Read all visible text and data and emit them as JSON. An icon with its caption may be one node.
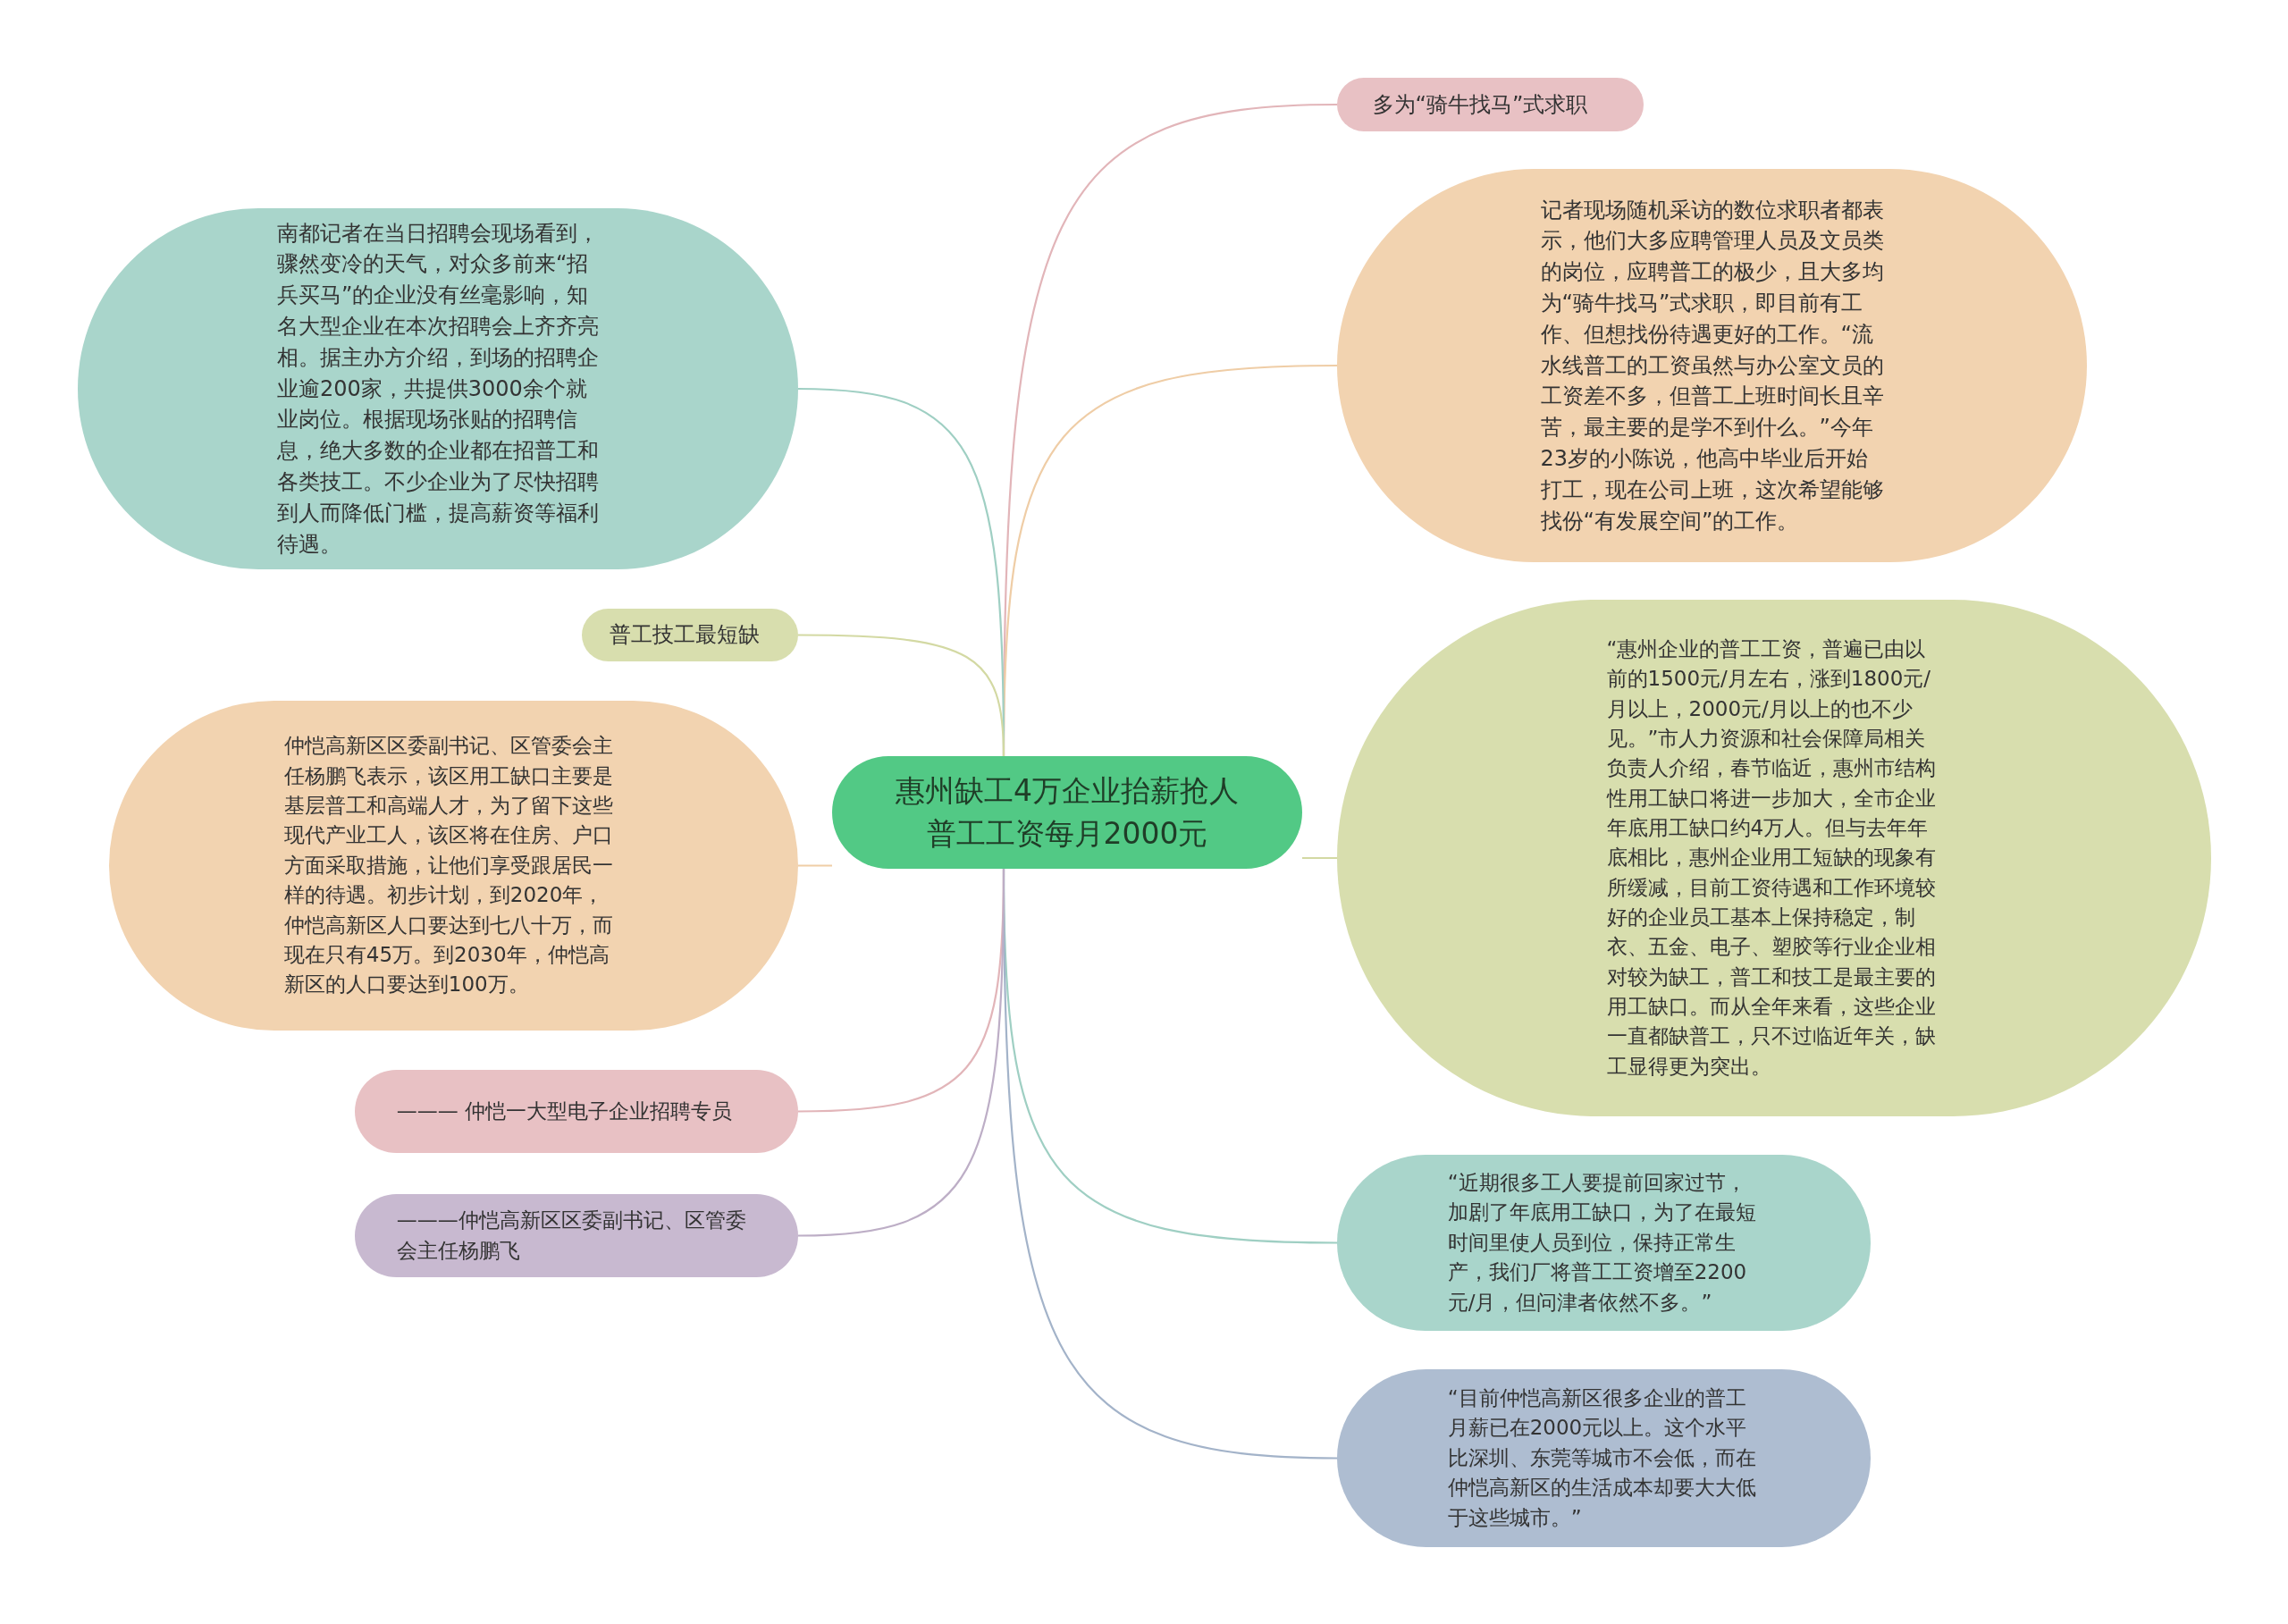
{
  "diagram": {
    "nodes": [
      {
        "text": [
          "惠州缺工4万企业抬薪抢人普工工资每月2000元"
        ]
      },
      {
        "text": [
          "多为“骑牛找马”式求职"
        ]
      },
      {
        "text": [
          "记者现场随机采访的数位求职者都表示，他们大多应聘管理人员及文员类的岗位，应聘普工的极少，且大多均为“骑牛找马”式求职，即目前有工作、但想找份待遇更好的工作。“流水线普工的工资虽然与办公室文员的工资差不多，但普工上班时间长且辛苦，最主要的是学不到什么。”今年23岁的小陈说，他高中毕业后开始打工，现在公司上班，这次希望能够找份“有发展空间”的工作。"
        ]
      },
      {
        "text": [
          "“惠州企业的普工工资，普遍已由以前的1500元/月左右，涨到1800元/月以上，2000元/月以上的也不少见。”市人力资源和社会保障局相关负责人介绍，春节临近，惠州市结构性用工缺口将进一步加大，全市企业年底用工缺口约4万人。但与去年年底相比，惠州企业用工短缺的现象有所缓减，目前工资待遇和工作环境较好的企业员工基本上保持稳定，制衣、五金、电子、塑胶等行业企业相对较为缺工，普工和技工是最主要的用工缺口。而从全年来看，这些企业一直都缺普工，只不过临近年关，缺工显得更为突出。"
        ]
      },
      {
        "text": [
          "“近期很多工人要提前回家过节，加剧了年底用工缺口，为了在最短时间里使人员到位，保持正常生产，我们厂将普工工资增至2200元/月，但问津者依然不多。”"
        ]
      },
      {
        "text": [
          "“目前仲恺高新区很多企业的普工月薪已在2000元以上。这个水平比深圳、东莞等城市不会低，而在仲恺高新区的生活成本却要大大低于这些城市。”"
        ]
      },
      {
        "text": [
          "南都记者在当日招聘会现场看到，骤然变冷的天气，对众多前来“招兵买马”的企业没有丝毫影响，知名大型企业在本次招聘会上齐齐亮相。据主办方介绍，到场的招聘企业逾200家，共提供3000余个就业岗位。根据现场张贴的招聘信息，绝大多数的企业都在招普工和各类技工。不少企业为了尽快招聘到人而降低门槛，提高薪资等福利待遇。"
        ]
      },
      {
        "text": [
          "普工技工最短缺"
        ]
      },
      {
        "text": [
          "仲恺高新区区委副书记、区管委会主任杨鹏飞表示，该区用工缺口主要是基层普工和高端人才，为了留下这些现代产业工人，该区将在住房、户口方面采取措施，让他们享受跟居民一样的待遇。初步计划，到2020年，仲恺高新区人口要达到七八十万，而现在只有45万。到2030年，仲恺高新区的人口要达到100万。"
        ]
      },
      {
        "text": [
          "——— 仲恺一大型电子企业招聘专员"
        ]
      },
      {
        "text": [
          "———仲恺高新区区委副书记、区管委会主任杨鹏飞"
        ]
      }
    ],
    "edges": [
      {
        "from": 0,
        "to": 1,
        "arrow": "none",
        "color": "#e2b5b9"
      },
      {
        "from": 0,
        "to": 2,
        "arrow": "none",
        "color": "#efcda6"
      },
      {
        "from": 0,
        "to": 3,
        "arrow": "none",
        "color": "#d3d9a3"
      },
      {
        "from": 0,
        "to": 4,
        "arrow": "none",
        "color": "#9fcfc3"
      },
      {
        "from": 0,
        "to": 5,
        "arrow": "none",
        "color": "#a3b3c9"
      },
      {
        "from": 0,
        "to": 6,
        "arrow": "none",
        "color": "#9fcfc3"
      },
      {
        "from": 0,
        "to": 7,
        "arrow": "none",
        "color": "#d3d9a3"
      },
      {
        "from": 0,
        "to": 8,
        "arrow": "none",
        "color": "#efcda6"
      },
      {
        "from": 0,
        "to": 9,
        "arrow": "none",
        "color": "#e2b5b9"
      },
      {
        "from": 0,
        "to": 10,
        "arrow": "none",
        "color": "#bdaec6"
      }
    ]
  }
}
